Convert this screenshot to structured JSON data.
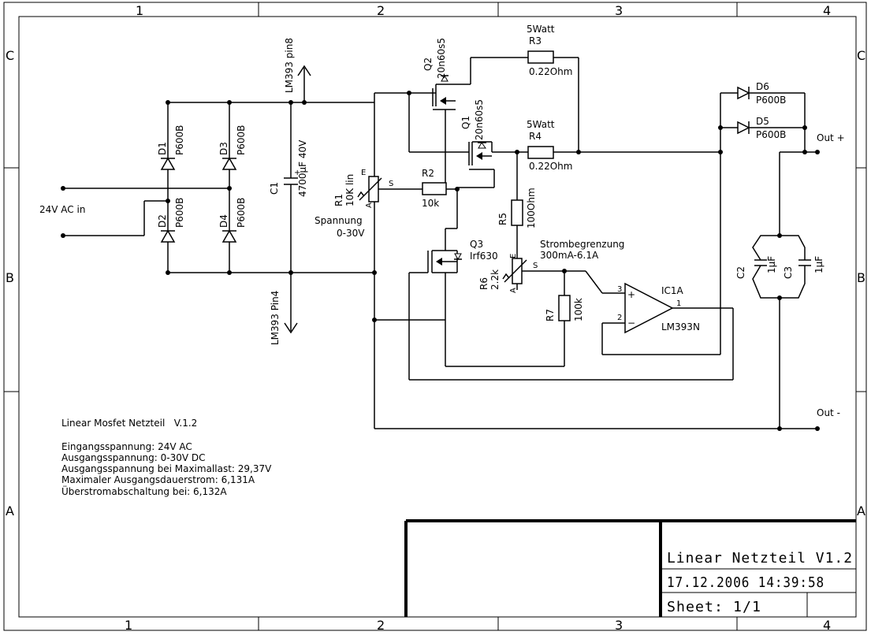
{
  "frame": {
    "columns": [
      "1",
      "2",
      "3",
      "4"
    ],
    "rows": [
      "C",
      "B",
      "A"
    ]
  },
  "titleblock": {
    "title": "Linear Netzteil V1.2",
    "date": "17.12.2006 14:39:58",
    "sheet": "Sheet: 1/1"
  },
  "notes": {
    "heading": "Linear Mosfet Netzteil   V.1.2",
    "lines": [
      "Eingangsspannung: 24V AC",
      "Ausgangsspannung: 0-30V DC",
      "Ausgangsspannung bei Maximallast: 29,37V",
      "Maximaler Ausgangsdauerstrom: 6,131A",
      "Überstromabschaltung bei: 6,132A"
    ]
  },
  "nets": {
    "ac_in": "24V AC in",
    "lm393_pin8": "LM393 pin8",
    "lm393_pin4": "LM393 Pin4",
    "out_plus": "Out +",
    "out_minus": "Out -",
    "spannung": "Spannung",
    "spannung_range": "0-30V",
    "strombegrenzung": "Strombegrenzung",
    "strom_range": "300mA-6.1A"
  },
  "components": {
    "D1": {
      "name": "D1",
      "value": "P600B"
    },
    "D2": {
      "name": "D2",
      "value": "P600B"
    },
    "D3": {
      "name": "D3",
      "value": "P600B"
    },
    "D4": {
      "name": "D4",
      "value": "P600B"
    },
    "D5": {
      "name": "D5",
      "value": "P600B"
    },
    "D6": {
      "name": "D6",
      "value": "P600B"
    },
    "C1": {
      "name": "C1",
      "value": "4700µF 40V"
    },
    "C2": {
      "name": "C2",
      "value": "1µF"
    },
    "C3": {
      "name": "C3",
      "value": "1µF"
    },
    "R1": {
      "name": "R1",
      "value": "10K lin"
    },
    "R2": {
      "name": "R2",
      "value": "10k"
    },
    "R3": {
      "name": "R3",
      "value": "0.22Ohm",
      "rating": "5Watt"
    },
    "R4": {
      "name": "R4",
      "value": "0.22Ohm",
      "rating": "5Watt"
    },
    "R5": {
      "name": "R5",
      "value": "100Ohm"
    },
    "R6": {
      "name": "R6",
      "value": "2.2k"
    },
    "R7": {
      "name": "R7",
      "value": "100k"
    },
    "Q1": {
      "name": "Q1",
      "value": "20n60s5"
    },
    "Q2": {
      "name": "Q2",
      "value": "20n60s5"
    },
    "Q3": {
      "name": "Q3",
      "value": "Irf630"
    },
    "IC1A": {
      "name": "IC1A",
      "value": "LM393N"
    }
  },
  "pins": {
    "e": "E",
    "a": "A",
    "s": "S",
    "plus": "+",
    "minus": "−",
    "p1": "1",
    "p2": "2",
    "p3": "3",
    "cap_plus": "+"
  }
}
